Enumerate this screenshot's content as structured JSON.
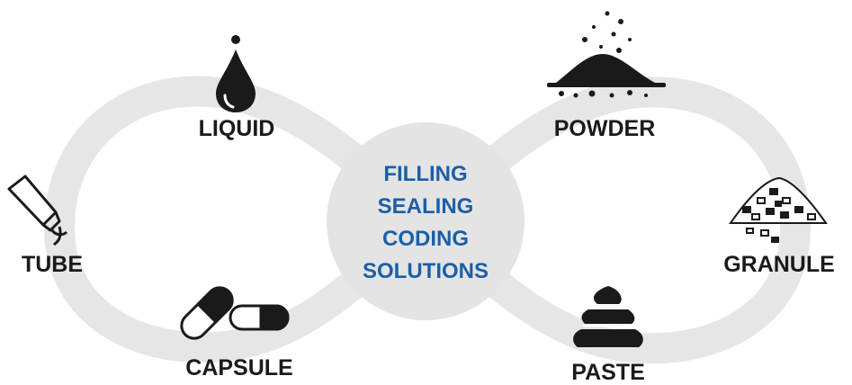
{
  "center": {
    "lines": [
      "FILLING",
      "SEALING",
      "CODING",
      "SOLUTIONS"
    ],
    "color": "#1a5fa8"
  },
  "nodes": {
    "liquid": "LIQUID",
    "powder": "POWDER",
    "tube": "TUBE",
    "granule": "GRANULE",
    "capsule": "CAPSULE",
    "paste": "PASTE"
  },
  "colors": {
    "loop": "#e6e6e6",
    "icon": "#1a1a1a",
    "center_circle": "#e4e4e4"
  },
  "icons": {
    "liquid": "droplet-icon",
    "powder": "powder-pile-icon",
    "tube": "squeeze-tube-icon",
    "granule": "granule-pile-icon",
    "capsule": "capsule-icon",
    "paste": "paste-swirl-icon"
  }
}
